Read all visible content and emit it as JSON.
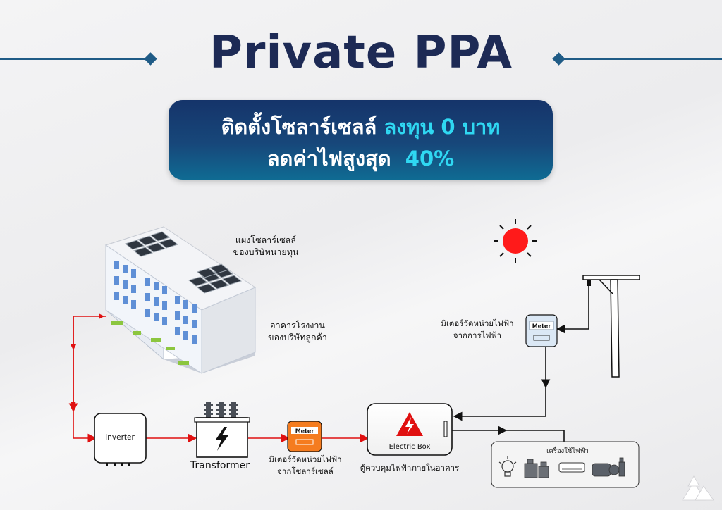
{
  "title": "Private PPA",
  "banner": {
    "line1_text": "ติดตั้งโซลาร์เซลล์",
    "line1_accent": "ลงทุน 0 บาท",
    "line2_text": "ลดค่าไฟสูงสุด",
    "line2_accent": "40%"
  },
  "labels": {
    "solar_panels": [
      "แผงโซลาร์เซลล์",
      "ของบริษัทนายทุน"
    ],
    "factory": [
      "อาคารโรงงาน",
      "ของบริษัทลูกค้า"
    ],
    "grid_meter": [
      "มิเตอร์วัดหน่วยไฟฟ้า",
      "จากการไฟฟ้า"
    ],
    "solar_meter": [
      "มิเตอร์วัดหน่วยไฟฟ้า",
      "จากโซลาร์เซลล์"
    ],
    "control_box": "ตู้ควบคุมไฟฟ้าภายในอาคาร",
    "appliances": "เครื่องใช้ไฟฟ้า"
  },
  "devices": {
    "inverter": "Inverter",
    "transformer": "Transformer",
    "meter": "Meter",
    "electric_box": "Electric Box"
  },
  "colors": {
    "navy": "#1d2a55",
    "accent": "#2fd8f2",
    "flow_red": "#e01010",
    "meter_orange": "#f57c1f",
    "sun": "#ff1a1a"
  }
}
